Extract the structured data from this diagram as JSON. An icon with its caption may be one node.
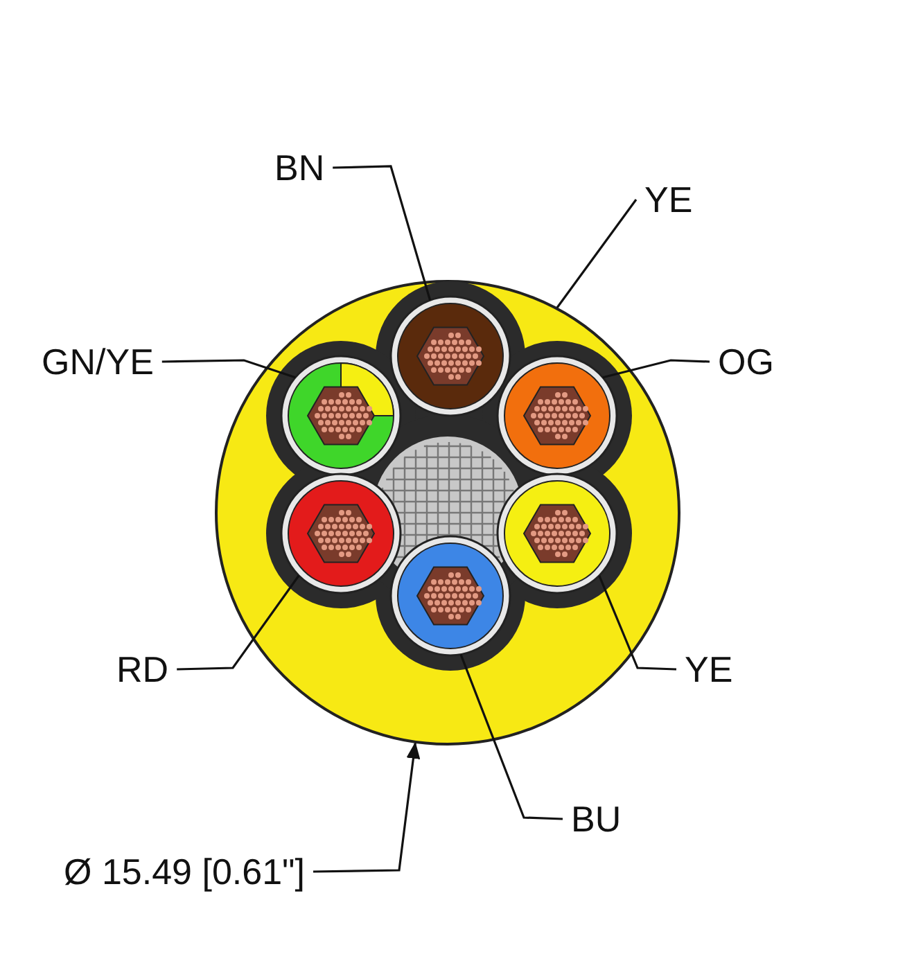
{
  "diagram": {
    "nodes": [
      {
        "text": [
          "BN"
        ]
      },
      {
        "text": [
          "YE"
        ]
      },
      {
        "text": [
          "GN/YE"
        ]
      },
      {
        "text": [
          "OG"
        ]
      },
      {
        "text": [
          "RD"
        ]
      },
      {
        "text": [
          "YE"
        ]
      },
      {
        "text": [
          "BU"
        ]
      },
      {
        "text": [
          "Ø 15.49 [0.61\"]"
        ]
      },
      {
        "text": [],
        "shape": "circle"
      },
      {
        "text": [],
        "shape": "circle",
        "in": 8
      },
      {
        "text": [],
        "shape": "circle",
        "in": 8
      },
      {
        "text": [],
        "shape": "circle",
        "in": 8
      },
      {
        "text": [],
        "shape": "circle",
        "in": 8
      },
      {
        "text": [],
        "shape": "circle",
        "in": 8
      },
      {
        "text": [],
        "shape": "circle",
        "in": 8
      }
    ],
    "edges": [
      {
        "from": 0,
        "to": 9,
        "arrow": "none"
      },
      {
        "from": 1,
        "to": 8,
        "arrow": "none"
      },
      {
        "from": 2,
        "to": 10,
        "arrow": "none"
      },
      {
        "from": 3,
        "to": 11,
        "arrow": "none"
      },
      {
        "from": 4,
        "to": 12,
        "arrow": "none"
      },
      {
        "from": 5,
        "to": 13,
        "arrow": "none"
      },
      {
        "from": 6,
        "to": 14,
        "arrow": "none"
      },
      {
        "from": 7,
        "to": 8,
        "arrow": "to"
      }
    ]
  }
}
